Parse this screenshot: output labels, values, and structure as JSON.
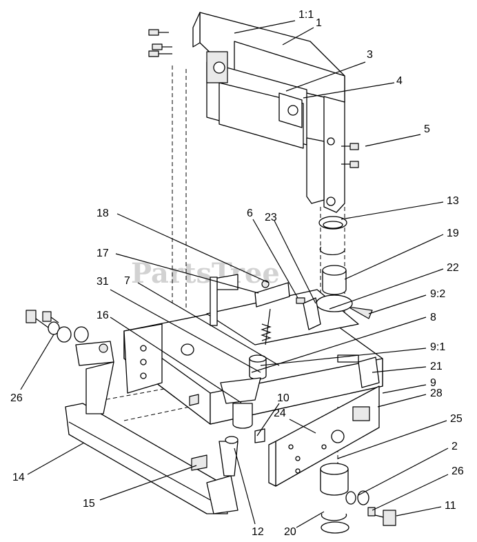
{
  "watermark": "PartsTree",
  "callouts": [
    {
      "id": "1:1",
      "label": "1:1"
    },
    {
      "id": "1",
      "label": "1"
    },
    {
      "id": "3",
      "label": "3"
    },
    {
      "id": "4",
      "label": "4"
    },
    {
      "id": "5",
      "label": "5"
    },
    {
      "id": "13",
      "label": "13"
    },
    {
      "id": "19",
      "label": "19"
    },
    {
      "id": "22",
      "label": "22"
    },
    {
      "id": "9:2",
      "label": "9:2"
    },
    {
      "id": "8",
      "label": "8"
    },
    {
      "id": "9:1",
      "label": "9:1"
    },
    {
      "id": "21",
      "label": "21"
    },
    {
      "id": "9",
      "label": "9"
    },
    {
      "id": "28",
      "label": "28"
    },
    {
      "id": "25",
      "label": "25"
    },
    {
      "id": "2",
      "label": "2"
    },
    {
      "id": "26b",
      "label": "26"
    },
    {
      "id": "11",
      "label": "11"
    },
    {
      "id": "12",
      "label": "12"
    },
    {
      "id": "20",
      "label": "20"
    },
    {
      "id": "10",
      "label": "10"
    },
    {
      "id": "24",
      "label": "24"
    },
    {
      "id": "15",
      "label": "15"
    },
    {
      "id": "14",
      "label": "14"
    },
    {
      "id": "26a",
      "label": "26"
    },
    {
      "id": "16",
      "label": "16"
    },
    {
      "id": "31",
      "label": "31"
    },
    {
      "id": "7",
      "label": "7"
    },
    {
      "id": "17",
      "label": "17"
    },
    {
      "id": "18",
      "label": "18"
    },
    {
      "id": "6",
      "label": "6"
    },
    {
      "id": "23",
      "label": "23"
    }
  ]
}
